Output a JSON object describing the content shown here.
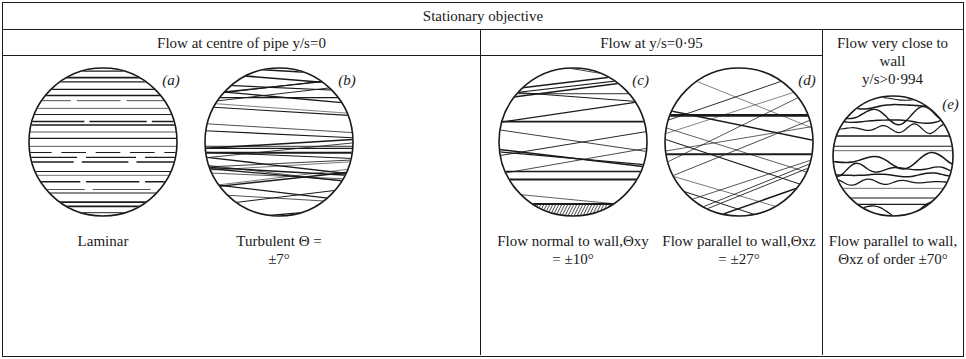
{
  "diagram": {
    "nodes": [
      {
        "text": [
          "Stationary objective"
        ]
      },
      {
        "text": [
          "Flow at centre of pipe y/s=0"
        ],
        "in": 0
      },
      {
        "text": [
          "Flow at y/s=0·95"
        ],
        "in": 0
      },
      {
        "text": [
          "Flow very close to wall",
          "y/s>0·994"
        ],
        "in": 0
      },
      {
        "text": [
          "(a)",
          "Laminar"
        ],
        "in": 1
      },
      {
        "text": [
          "(b)",
          "Turbulent Θ = ±7°"
        ],
        "in": 1
      },
      {
        "text": [
          "(c)",
          "Flow normal to wall,Θxy = ±10°"
        ],
        "in": 2
      },
      {
        "text": [
          "(d)",
          "Flow parallel to wall,Θxz = ±27°"
        ],
        "in": 2
      },
      {
        "text": [
          "(e)",
          "Flow parallel to wall, Θxz of order ±70°"
        ],
        "in": 3
      }
    ]
  }
}
